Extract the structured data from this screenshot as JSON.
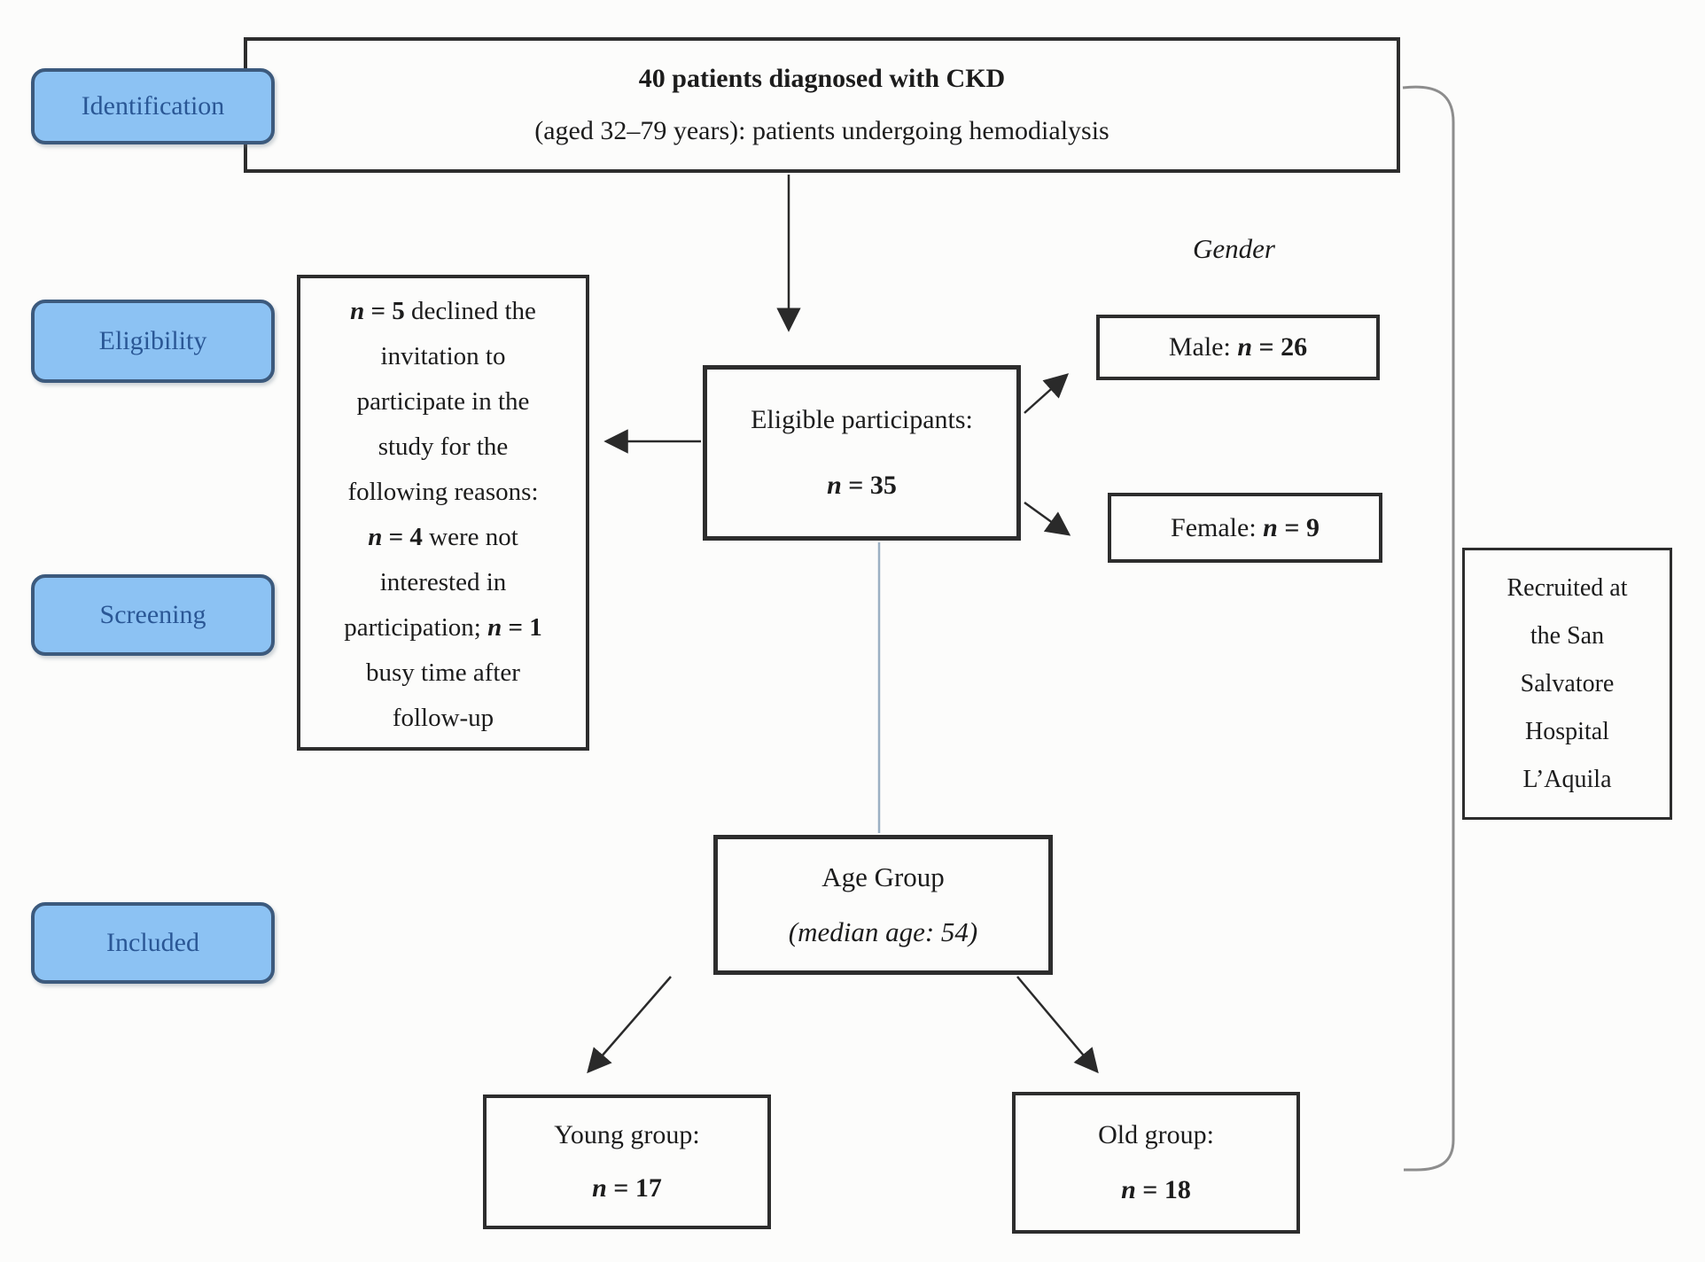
{
  "stages": [
    "Identification",
    "Eligibility",
    "Screening",
    "Included"
  ],
  "top_box": {
    "line1": "40 patients diagnosed with CKD",
    "line2": "(aged 32–79 years): patients undergoing hemodialysis"
  },
  "reasons": {
    "lines": [
      [
        {
          "t": "n",
          "b": true,
          "i": true
        },
        {
          "t": " = 5 ",
          "b": true
        },
        {
          "t": "declined the"
        }
      ],
      [
        {
          "t": "invitation to"
        }
      ],
      [
        {
          "t": "participate in the"
        }
      ],
      [
        {
          "t": "study for the"
        }
      ],
      [
        {
          "t": "following reasons:"
        }
      ],
      [
        {
          "t": "n",
          "b": true,
          "i": true
        },
        {
          "t": " = 4 ",
          "b": true
        },
        {
          "t": "were not"
        }
      ],
      [
        {
          "t": "interested in"
        }
      ],
      [
        {
          "t": "participation; "
        },
        {
          "t": "n",
          "b": true,
          "i": true
        },
        {
          "t": " = 1",
          "b": true
        }
      ],
      [
        {
          "t": "busy time after"
        }
      ],
      [
        {
          "t": "follow-up"
        }
      ]
    ]
  },
  "eligible": {
    "title": "Eligible participants:",
    "count": [
      {
        "t": "n",
        "b": true,
        "i": true
      },
      {
        "t": " = 35",
        "b": true
      }
    ]
  },
  "gender": {
    "title": "Gender",
    "male": [
      {
        "t": "Male: "
      },
      {
        "t": "n",
        "b": true,
        "i": true
      },
      {
        "t": " = 26",
        "b": true
      }
    ],
    "female": [
      {
        "t": "Female: "
      },
      {
        "t": "n",
        "b": true,
        "i": true
      },
      {
        "t": " = 9",
        "b": true
      }
    ]
  },
  "recruited": {
    "lines": [
      "Recruited at",
      "the San",
      "Salvatore",
      "Hospital",
      "L’Aquila"
    ]
  },
  "age": {
    "title": "Age Group",
    "subtitle": "(median age: 54)"
  },
  "young": {
    "title": "Young group:",
    "count": [
      {
        "t": "n",
        "b": true,
        "i": true
      },
      {
        "t": " = 17",
        "b": true
      }
    ]
  },
  "old": {
    "title": "Old group:",
    "count": [
      {
        "t": "n",
        "b": true,
        "i": true
      },
      {
        "t": " = 18",
        "b": true
      }
    ]
  },
  "colors": {
    "stage_fill": "#8cc2f3",
    "stage_border": "#3c5a7d",
    "stage_text": "#2a5795",
    "box_border": "#2d2d2d",
    "arrow": "#2a2a2a",
    "connector_blue": "#9cb0c3",
    "bracket": "#8d8d8d",
    "background": "#fcfcfb"
  }
}
